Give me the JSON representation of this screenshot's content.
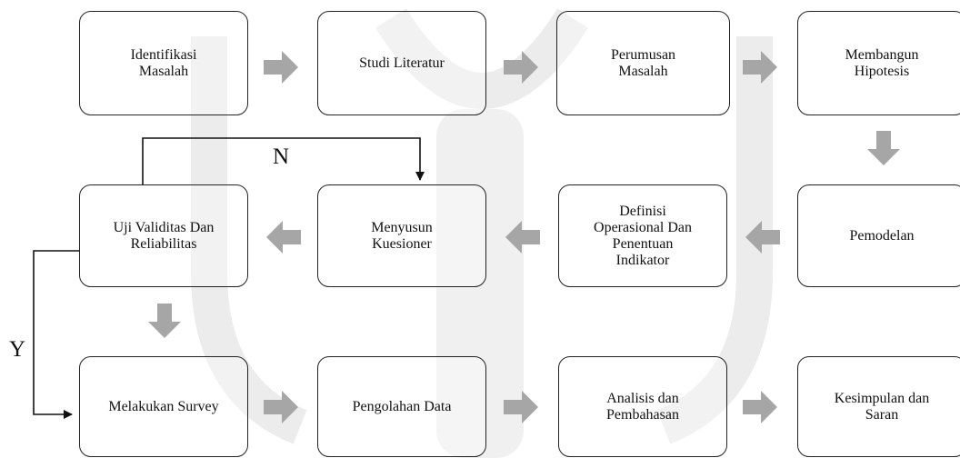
{
  "steps": {
    "identifikasi": "Identifikasi\nMasalah",
    "studi": "Studi Literatur",
    "perumusan": "Perumusan\nMasalah",
    "hipotesis": "Membangun\nHipotesis",
    "pemodelan": "Pemodelan",
    "definisi": "Definisi\nOperasional Dan\nPenentuan\nIndikator",
    "kuesioner": "Menyusun\nKuesioner",
    "uji": "Uji Validitas Dan\nReliabilitas",
    "survey": "Melakukan Survey",
    "pengolahan": "Pengolahan Data",
    "analisis": "Analisis dan\nPembahasan",
    "kesimpulan": "Kesimpulan dan\nSaran"
  },
  "branch_labels": {
    "no": "N",
    "yes": "Y"
  },
  "colors": {
    "box_border": "#222222",
    "block_arrow": "#a6a6a6",
    "watermark": "#d9d9d9"
  }
}
